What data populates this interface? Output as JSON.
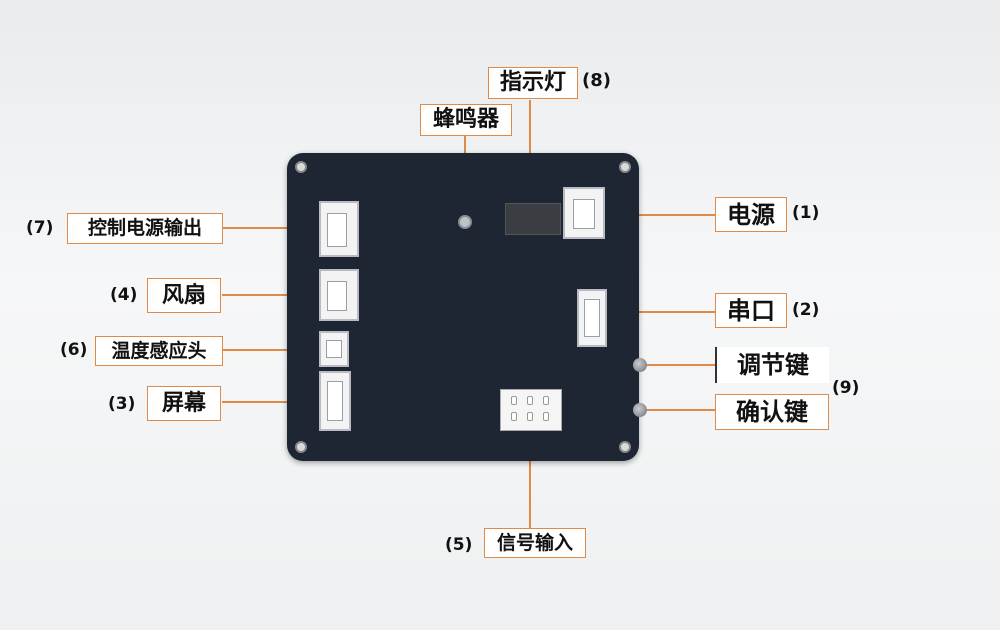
{
  "labels": {
    "indicator": "指示灯",
    "buzzer": "蜂鸣器",
    "power": "电源",
    "control_output": "控制电源输出",
    "fan": "风扇",
    "serial": "串口",
    "temp_sensor": "温度感应头",
    "adjust_key": "调节键",
    "screen": "屏幕",
    "confirm_key": "确认键",
    "signal_input": "信号输入"
  },
  "numbers": {
    "indicator": "(8)",
    "power": "(1)",
    "control_output": "(7)",
    "fan": "(4)",
    "serial": "(2)",
    "temp_sensor": "(6)",
    "keys": "(9)",
    "screen": "(3)",
    "signal_input": "(5)"
  },
  "colors": {
    "board": "#1e2634",
    "leader_line": "#e08a4a",
    "label_border": "#e08a4a"
  }
}
